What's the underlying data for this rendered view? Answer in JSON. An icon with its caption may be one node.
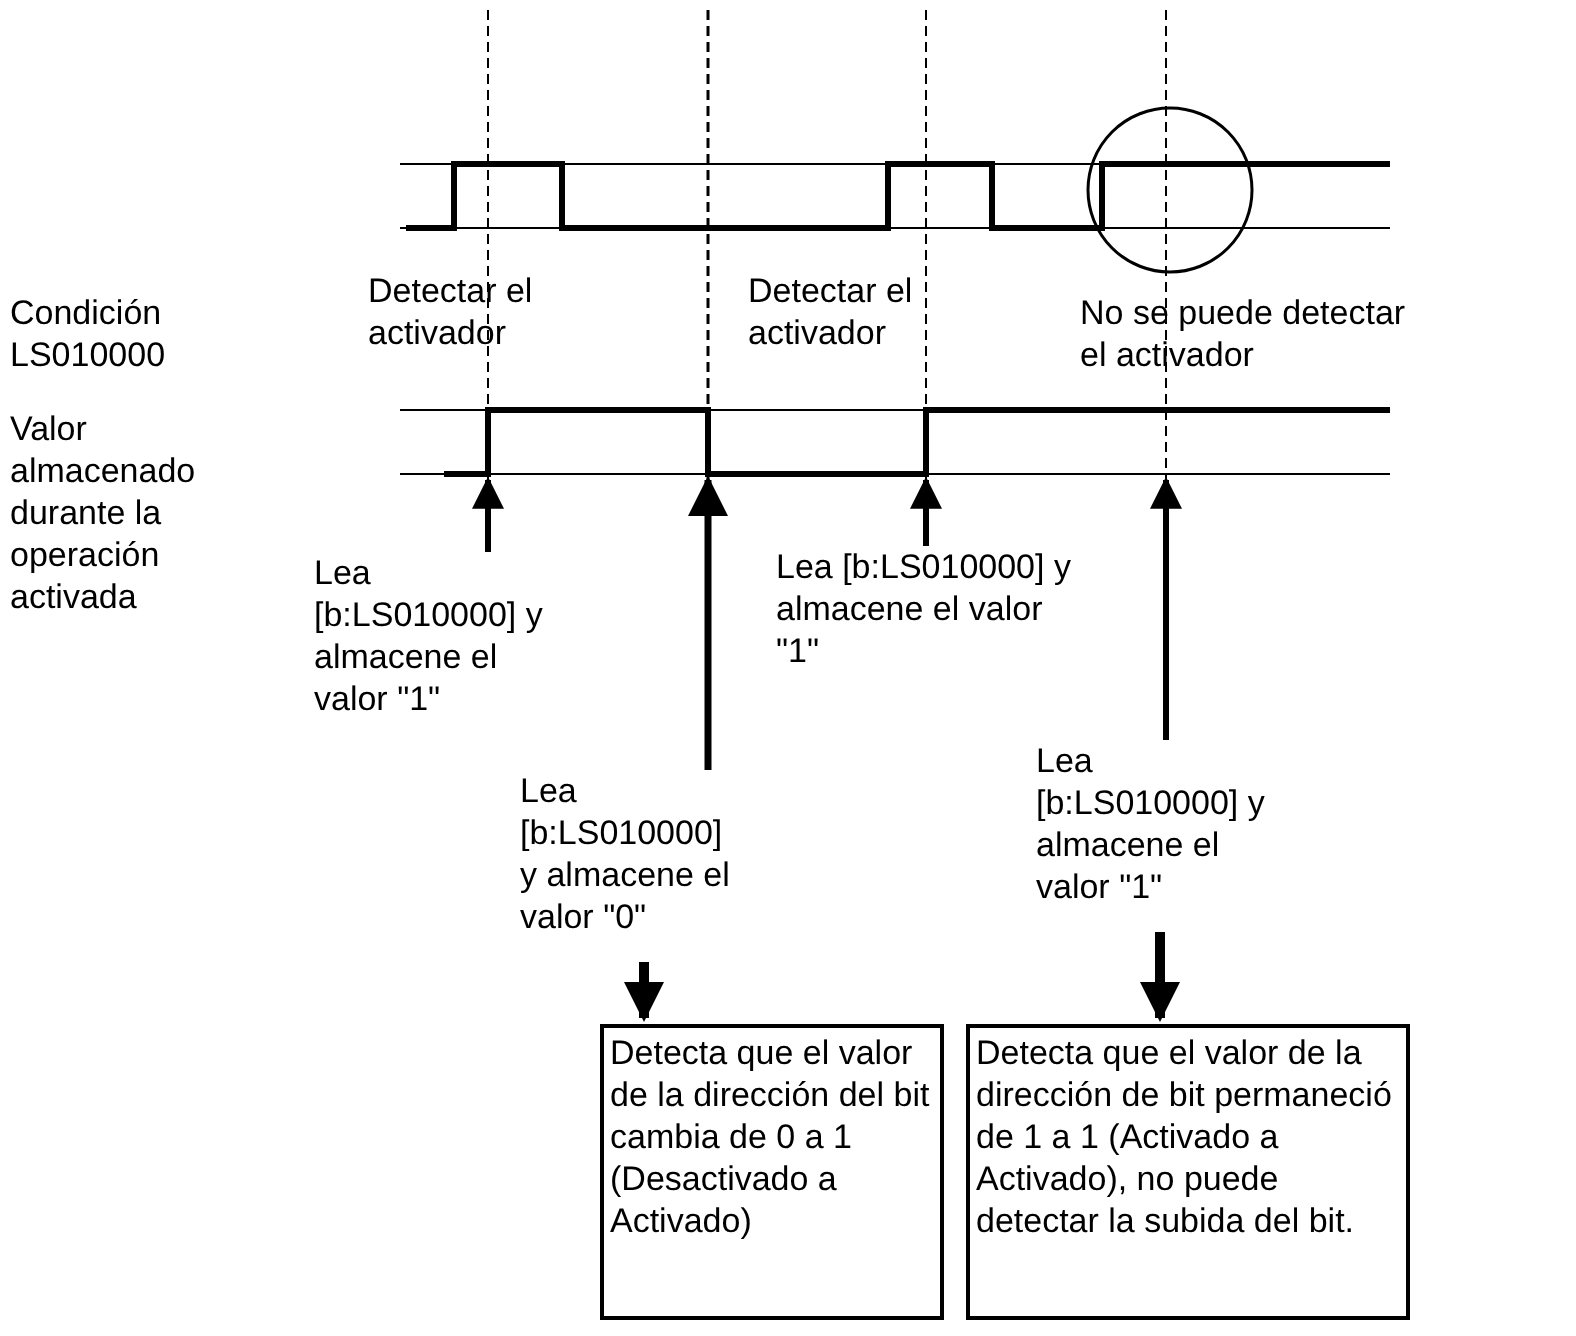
{
  "diagram": {
    "nodes": [
      {
        "text": [
          "Lea [b:LS010000] y almacene el valor \"1\""
        ]
      },
      {
        "text": [
          "Lea [b:LS010000] y almacene el valor \"0\""
        ]
      },
      {
        "text": [
          "Lea [b:LS010000] y almacene el valor \"1\""
        ]
      },
      {
        "text": [
          "Lea [b:LS010000] y almacene el valor \"1\""
        ]
      },
      {
        "text": [
          "Detecta que el valor de la dirección del bit cambia de 0 a 1 (Desactivado a Activado)"
        ]
      },
      {
        "text": [
          "Detecta que el valor de la dirección de bit permaneció de 1 a 1 (Activado a Activado), no puede detectar la subida del bit."
        ]
      }
    ],
    "edges": [
      {
        "from": 0,
        "to": null,
        "arrow": "to"
      },
      {
        "from": 1,
        "to": null,
        "arrow": "to"
      },
      {
        "from": 2,
        "to": null,
        "arrow": "to"
      },
      {
        "from": 3,
        "to": null,
        "arrow": "to"
      },
      {
        "from": 1,
        "to": 4,
        "arrow": "to"
      },
      {
        "from": 3,
        "to": 5,
        "arrow": "to"
      }
    ],
    "labels": [
      "Condición LS010000",
      "Detectar el activador",
      "Detectar el activador",
      "No se puede detectar el activador",
      "Valor almacenado durante la operación activada"
    ]
  }
}
